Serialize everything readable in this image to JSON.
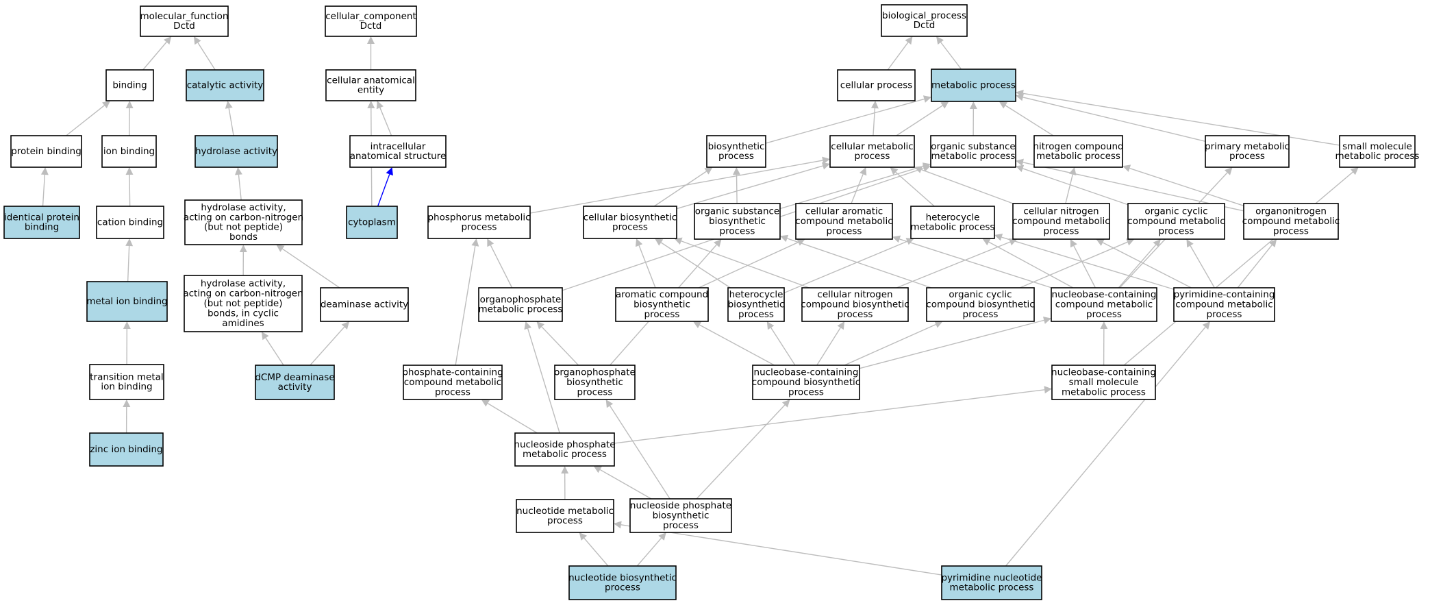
{
  "colors": {
    "highlight": "#add8e6",
    "plain": "#ffffff",
    "edge": "#bdbdbd",
    "edge_strong": "#0000ff"
  },
  "nodes": {
    "mf": {
      "lines": [
        "molecular_function",
        "Dctd"
      ],
      "highlight": false
    },
    "cc": {
      "lines": [
        "cellular_component",
        "Dctd"
      ],
      "highlight": false
    },
    "bp": {
      "lines": [
        "biological_process",
        "Dctd"
      ],
      "highlight": false
    },
    "binding": {
      "lines": [
        "binding"
      ],
      "highlight": false
    },
    "catalytic": {
      "lines": [
        "catalytic activity"
      ],
      "highlight": true
    },
    "cae": {
      "lines": [
        "cellular anatomical",
        "entity"
      ],
      "highlight": false
    },
    "cellproc": {
      "lines": [
        "cellular process"
      ],
      "highlight": false
    },
    "metproc": {
      "lines": [
        "metabolic process"
      ],
      "highlight": true
    },
    "protbind": {
      "lines": [
        "protein binding"
      ],
      "highlight": false
    },
    "ionbind": {
      "lines": [
        "ion binding"
      ],
      "highlight": false
    },
    "hydrolase": {
      "lines": [
        "hydrolase activity"
      ],
      "highlight": true
    },
    "ias": {
      "lines": [
        "intracellular",
        "anatomical structure"
      ],
      "highlight": false
    },
    "biosyn": {
      "lines": [
        "biosynthetic",
        "process"
      ],
      "highlight": false
    },
    "cellmet": {
      "lines": [
        "cellular metabolic",
        "process"
      ],
      "highlight": false
    },
    "osmp": {
      "lines": [
        "organic substance",
        "metabolic process"
      ],
      "highlight": false
    },
    "ncmp": {
      "lines": [
        "nitrogen compound",
        "metabolic process"
      ],
      "highlight": false
    },
    "primet": {
      "lines": [
        "primary metabolic",
        "process"
      ],
      "highlight": false
    },
    "smmp": {
      "lines": [
        "small molecule",
        "metabolic process"
      ],
      "highlight": false
    },
    "identprot": {
      "lines": [
        "identical protein",
        "binding"
      ],
      "highlight": true
    },
    "cation": {
      "lines": [
        "cation binding"
      ],
      "highlight": false
    },
    "hacn": {
      "lines": [
        "hydrolase activity,",
        "acting on carbon-nitrogen",
        "(but not peptide)",
        "bonds"
      ],
      "highlight": false
    },
    "cytoplasm": {
      "lines": [
        "cytoplasm"
      ],
      "highlight": true
    },
    "phosmet": {
      "lines": [
        "phosphorus metabolic",
        "process"
      ],
      "highlight": false
    },
    "cellbiosyn": {
      "lines": [
        "cellular biosynthetic",
        "process"
      ],
      "highlight": false
    },
    "osbp": {
      "lines": [
        "organic substance",
        "biosynthetic",
        "process"
      ],
      "highlight": false
    },
    "cacmp": {
      "lines": [
        "cellular aromatic",
        "compound metabolic",
        "process"
      ],
      "highlight": false
    },
    "hetmet": {
      "lines": [
        "heterocycle",
        "metabolic process"
      ],
      "highlight": false
    },
    "cncmp": {
      "lines": [
        "cellular nitrogen",
        "compound metabolic",
        "process"
      ],
      "highlight": false
    },
    "occmp": {
      "lines": [
        "organic cyclic",
        "compound metabolic",
        "process"
      ],
      "highlight": false
    },
    "onmp": {
      "lines": [
        "organonitrogen",
        "compound metabolic",
        "process"
      ],
      "highlight": false
    },
    "metalion": {
      "lines": [
        "metal ion binding"
      ],
      "highlight": true
    },
    "hacnc": {
      "lines": [
        "hydrolase activity,",
        "acting on carbon-nitrogen",
        "(but not peptide)",
        "bonds, in cyclic",
        "amidines"
      ],
      "highlight": false
    },
    "deaminase": {
      "lines": [
        "deaminase activity"
      ],
      "highlight": false
    },
    "opmp": {
      "lines": [
        "organophosphate",
        "metabolic process"
      ],
      "highlight": false
    },
    "acbp": {
      "lines": [
        "aromatic compound",
        "biosynthetic",
        "process"
      ],
      "highlight": false
    },
    "hetbio": {
      "lines": [
        "heterocycle",
        "biosynthetic",
        "process"
      ],
      "highlight": false
    },
    "cncbp": {
      "lines": [
        "cellular nitrogen",
        "compound biosynthetic",
        "process"
      ],
      "highlight": false
    },
    "occbp": {
      "lines": [
        "organic cyclic",
        "compound biosynthetic",
        "process"
      ],
      "highlight": false
    },
    "nbcmp": {
      "lines": [
        "nucleobase-containing",
        "compound metabolic",
        "process"
      ],
      "highlight": false
    },
    "pcmp": {
      "lines": [
        "pyrimidine-containing",
        "compound metabolic",
        "process"
      ],
      "highlight": false
    },
    "tmib": {
      "lines": [
        "transition metal",
        "ion binding"
      ],
      "highlight": false
    },
    "dcmp": {
      "lines": [
        "dCMP deaminase",
        "activity"
      ],
      "highlight": true
    },
    "phcmp": {
      "lines": [
        "phosphate-containing",
        "compound metabolic",
        "process"
      ],
      "highlight": false
    },
    "opbp": {
      "lines": [
        "organophosphate",
        "biosynthetic",
        "process"
      ],
      "highlight": false
    },
    "nbcbp": {
      "lines": [
        "nucleobase-containing",
        "compound biosynthetic",
        "process"
      ],
      "highlight": false
    },
    "nbsm": {
      "lines": [
        "nucleobase-containing",
        "small molecule",
        "metabolic process"
      ],
      "highlight": false
    },
    "zinc": {
      "lines": [
        "zinc ion binding"
      ],
      "highlight": true
    },
    "nspm": {
      "lines": [
        "nucleoside phosphate",
        "metabolic process"
      ],
      "highlight": false
    },
    "nucmet": {
      "lines": [
        "nucleotide metabolic",
        "process"
      ],
      "highlight": false
    },
    "nspb": {
      "lines": [
        "nucleoside phosphate",
        "biosynthetic",
        "process"
      ],
      "highlight": false
    },
    "nucbio": {
      "lines": [
        "nucleotide biosynthetic",
        "process"
      ],
      "highlight": true
    },
    "pnmp": {
      "lines": [
        "pyrimidine nucleotide",
        "metabolic process"
      ],
      "highlight": true
    }
  },
  "edges": [
    [
      "binding",
      "mf"
    ],
    [
      "catalytic",
      "mf"
    ],
    [
      "cae",
      "cc"
    ],
    [
      "cellproc",
      "bp"
    ],
    [
      "metproc",
      "bp"
    ],
    [
      "protbind",
      "binding"
    ],
    [
      "ionbind",
      "binding"
    ],
    [
      "hydrolase",
      "catalytic"
    ],
    [
      "ias",
      "cae"
    ],
    [
      "cytoplasm",
      "cae"
    ],
    [
      "cytoplasm",
      "ias",
      "strong"
    ],
    [
      "biosyn",
      "metproc"
    ],
    [
      "cellmet",
      "cellproc"
    ],
    [
      "cellmet",
      "metproc"
    ],
    [
      "osmp",
      "metproc"
    ],
    [
      "ncmp",
      "metproc"
    ],
    [
      "primet",
      "metproc"
    ],
    [
      "smmp",
      "metproc"
    ],
    [
      "identprot",
      "protbind"
    ],
    [
      "cation",
      "ionbind"
    ],
    [
      "hacn",
      "hydrolase"
    ],
    [
      "phosmet",
      "cellmet"
    ],
    [
      "cellbiosyn",
      "biosyn"
    ],
    [
      "cellbiosyn",
      "cellmet"
    ],
    [
      "osbp",
      "biosyn"
    ],
    [
      "osbp",
      "osmp"
    ],
    [
      "cacmp",
      "cellmet"
    ],
    [
      "hetmet",
      "cellmet"
    ],
    [
      "cncmp",
      "cellmet"
    ],
    [
      "cncmp",
      "ncmp"
    ],
    [
      "occmp",
      "osmp"
    ],
    [
      "onmp",
      "osmp"
    ],
    [
      "onmp",
      "ncmp"
    ],
    [
      "metalion",
      "cation"
    ],
    [
      "hacnc",
      "hacn"
    ],
    [
      "deaminase",
      "hacn"
    ],
    [
      "opmp",
      "phosmet"
    ],
    [
      "opmp",
      "osmp"
    ],
    [
      "acbp",
      "cellbiosyn"
    ],
    [
      "acbp",
      "cacmp"
    ],
    [
      "hetbio",
      "cellbiosyn"
    ],
    [
      "hetbio",
      "hetmet"
    ],
    [
      "cncbp",
      "cellbiosyn"
    ],
    [
      "cncbp",
      "cncmp"
    ],
    [
      "occbp",
      "osbp"
    ],
    [
      "occbp",
      "occmp"
    ],
    [
      "nbcmp",
      "cacmp"
    ],
    [
      "nbcmp",
      "hetmet"
    ],
    [
      "nbcmp",
      "cncmp"
    ],
    [
      "nbcmp",
      "occmp"
    ],
    [
      "nbcmp",
      "primet"
    ],
    [
      "pcmp",
      "hetmet"
    ],
    [
      "pcmp",
      "cncmp"
    ],
    [
      "pcmp",
      "occmp"
    ],
    [
      "pcmp",
      "onmp"
    ],
    [
      "tmib",
      "metalion"
    ],
    [
      "dcmp",
      "hacnc"
    ],
    [
      "dcmp",
      "deaminase"
    ],
    [
      "phcmp",
      "phosmet"
    ],
    [
      "opbp",
      "opmp"
    ],
    [
      "opbp",
      "osbp"
    ],
    [
      "nbcbp",
      "acbp"
    ],
    [
      "nbcbp",
      "hetbio"
    ],
    [
      "nbcbp",
      "cncbp"
    ],
    [
      "nbcbp",
      "occbp"
    ],
    [
      "nbcbp",
      "nbcmp"
    ],
    [
      "nbsm",
      "nbcmp"
    ],
    [
      "nbsm",
      "smmp"
    ],
    [
      "zinc",
      "tmib"
    ],
    [
      "nspm",
      "phcmp"
    ],
    [
      "nspm",
      "opmp"
    ],
    [
      "nspm",
      "nbsm"
    ],
    [
      "nucmet",
      "nspm"
    ],
    [
      "nspb",
      "nspm"
    ],
    [
      "nspb",
      "opbp"
    ],
    [
      "nspb",
      "nbcbp"
    ],
    [
      "nucbio",
      "nucmet"
    ],
    [
      "nucbio",
      "nspb"
    ],
    [
      "pnmp",
      "nucmet"
    ],
    [
      "pnmp",
      "pcmp"
    ]
  ]
}
